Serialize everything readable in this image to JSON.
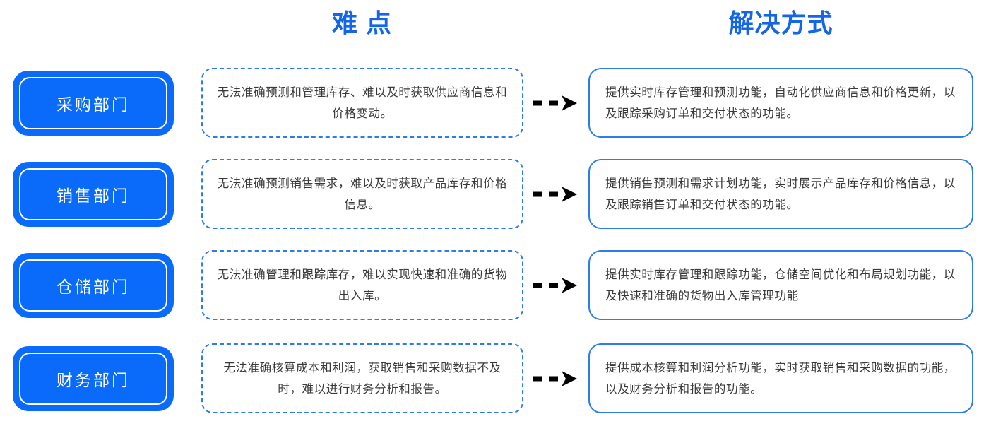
{
  "headers": {
    "difficulty": "难 点",
    "solution": "解决方式"
  },
  "colors": {
    "header_blue": "#1565e8",
    "pill_blue": "#0a6bfa",
    "border_blue": "#2b7de9",
    "text_gray": "#3a3a3a",
    "arrow_black": "#000000",
    "background": "#ffffff"
  },
  "rows": [
    {
      "department": "采购部门",
      "difficulty": "无法准确预测和管理库存、难以及时获取供应商信息和价格变动。",
      "solution": "提供实时库存管理和预测功能，自动化供应商信息和价格更新，以及跟踪采购订单和交付状态的功能。",
      "arrow": "dashed-arrow-right"
    },
    {
      "department": "销售部门",
      "difficulty": "无法准确预测销售需求，难以及时获取产品库存和价格信息。",
      "solution": "提供销售预测和需求计划功能，实时展示产品库存和价格信息，以及跟踪销售订单和交付状态的功能。",
      "arrow": "dashed-arrow-right"
    },
    {
      "department": "仓储部门",
      "difficulty": "无法准确管理和跟踪库存，难以实现快速和准确的货物出入库。",
      "solution": "提供实时库存管理和跟踪功能，仓储空间优化和布局规划功能，以及快速和准确的货物出入库管理功能",
      "arrow": "dashed-arrow-right"
    },
    {
      "department": "财务部门",
      "difficulty": "无法准确核算成本和利润，获取销售和采购数据不及时，难以进行财务分析和报告。",
      "solution": "提供成本核算和利润分析功能，实时获取销售和采购数据的功能，以及财务分析和报告的功能。",
      "arrow": "dashed-arrow-right"
    }
  ]
}
